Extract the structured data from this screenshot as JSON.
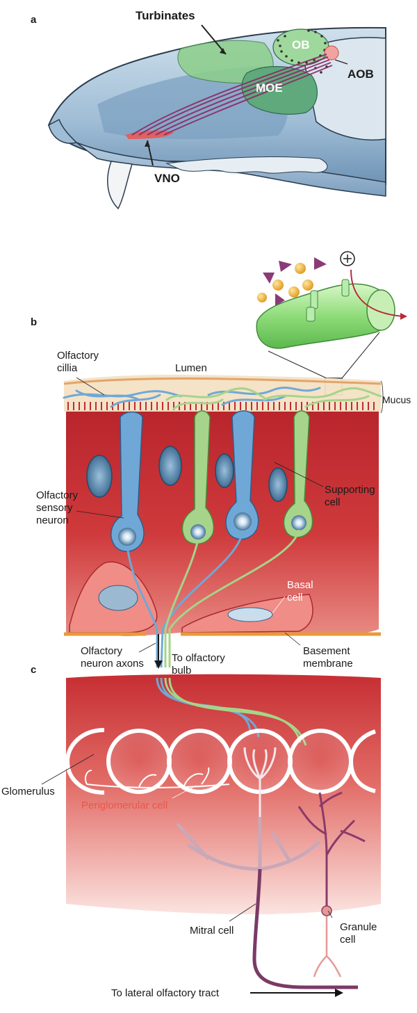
{
  "panels": {
    "a": {
      "letter": "a",
      "labels": {
        "turbinates": "Turbinates",
        "ob": "OB",
        "aob": "AOB",
        "moe": "MOE",
        "vno": "VNO"
      }
    },
    "b": {
      "letter": "b",
      "labels": {
        "cilia_line1": "Olfactory",
        "cilia_line2": "cillia",
        "lumen": "Lumen",
        "mucus": "Mucus",
        "osn_line1": "Olfactory",
        "osn_line2": "sensory",
        "osn_line3": "neuron",
        "supporting_line1": "Supporting",
        "supporting_line2": "cell",
        "basal_line1": "Basal",
        "basal_line2": "cell",
        "axons_line1": "Olfactory",
        "axons_line2": "neuron axons",
        "to_bulb_line1": "To olfactory",
        "to_bulb_line2": "bulb",
        "basement_line1": "Basement",
        "basement_line2": "membrane"
      }
    },
    "c": {
      "letter": "c",
      "labels": {
        "glomerulus": "Glomerulus",
        "periglomerular": "Periglomerular cell",
        "mitral_cell": "Mitral cell",
        "granule_line1": "Granule",
        "granule_line2": "cell",
        "tract": "To lateral olfactory tract"
      }
    }
  },
  "colors": {
    "epithelium_red": "#c0282f",
    "neuron_blue": "#6fa8d6",
    "neuron_green": "#a6d48a",
    "cilia_tube_green": "#8fdc7a",
    "mucus_tan": "#efd7b5",
    "mitral_purple": "#7a3a66",
    "periglomerular_text": "#e8584a"
  }
}
